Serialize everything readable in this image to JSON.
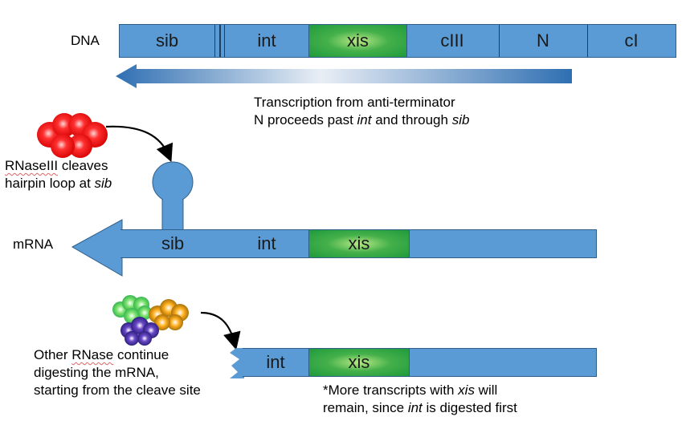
{
  "dna": {
    "label": "DNA",
    "segments": [
      "sib",
      "int",
      "xis",
      "cIII",
      "N",
      "cI"
    ],
    "caption_line1": "Transcription from anti-terminator",
    "caption_line2_pre": "N proceeds past ",
    "caption_line2_int": "int",
    "caption_line2_mid": " and through ",
    "caption_line2_sib": "sib"
  },
  "rnase3": {
    "text_line1_word": "RNaseIII",
    "text_line1_rest": " cleaves",
    "text_line2_pre": "hairpin loop at ",
    "text_line2_sib": "sib"
  },
  "mrna": {
    "label": "mRNA",
    "segments": [
      "sib",
      "int",
      "xis"
    ]
  },
  "degraded": {
    "segments": [
      "int",
      "xis"
    ],
    "other_line1_pre": "Other ",
    "other_line1_word": "RNase",
    "other_line1_rest": " continue",
    "other_line2": "digesting the mRNA,",
    "other_line3": "starting from the cleave site",
    "note_line1_pre": "*More transcripts with ",
    "note_line1_xis": "xis",
    "note_line1_rest": " will",
    "note_line2_pre": "remain, since ",
    "note_line2_int": "int",
    "note_line2_rest": " is digested first"
  },
  "colors": {
    "bar_blue": "#5b9bd5",
    "xis_green": "#1f9a3c",
    "rnase3_red": "#ff2020"
  }
}
